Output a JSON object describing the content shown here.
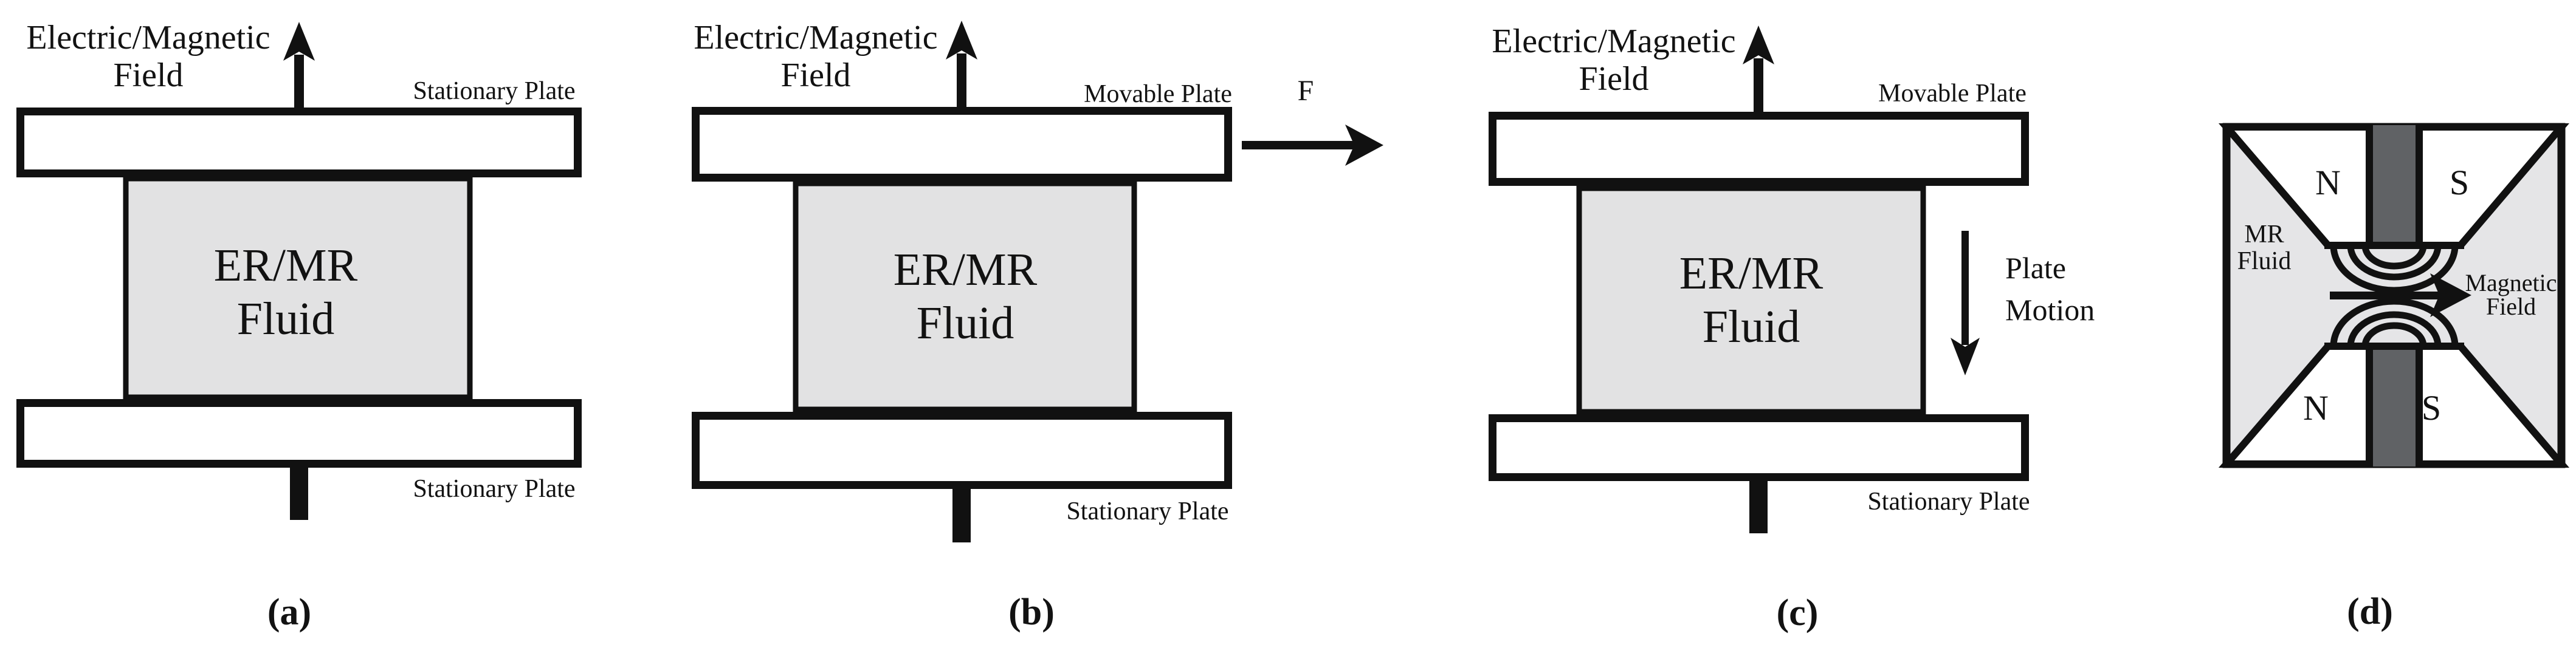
{
  "colors": {
    "fluid": "#e2e2e3",
    "housing": "#e5e5e7",
    "core": "#606265",
    "plate": "#ffffff",
    "line": "#111111"
  },
  "icons": {
    "field_arrow": "thick-arrow-up",
    "force_arrow": "thick-arrow-right",
    "motion_arrow": "thin-arrow-down",
    "magnetic_field_arrow": "thin-arrow-right"
  },
  "panels": [
    {
      "id": "a",
      "caption": "(a)",
      "field_label_line1": "Electric/Magnetic",
      "field_label_line2": "Field",
      "top_plate_label": "Stationary Plate",
      "bottom_plate_label": "Stationary Plate",
      "fluid_label_line1": "ER/MR",
      "fluid_label_line2": "Fluid"
    },
    {
      "id": "b",
      "caption": "(b)",
      "field_label_line1": "Electric/Magnetic",
      "field_label_line2": "Field",
      "top_plate_label": "Movable Plate",
      "bottom_plate_label": "Stationary Plate",
      "fluid_label_line1": "ER/MR",
      "fluid_label_line2": "Fluid",
      "force_label": "F"
    },
    {
      "id": "c",
      "caption": "(c)",
      "field_label_line1": "Electric/Magnetic",
      "field_label_line2": "Field",
      "top_plate_label": "Movable Plate",
      "bottom_plate_label": "Stationary Plate",
      "fluid_label_line1": "ER/MR",
      "fluid_label_line2": "Fluid",
      "motion_label_line1": "Plate",
      "motion_label_line2": "Motion"
    },
    {
      "id": "d",
      "caption": "(d)",
      "fluid_label_line1": "MR",
      "fluid_label_line2": "Fluid",
      "field_label_line1": "Magnetic",
      "field_label_line2": "Field",
      "pole_top_left": "N",
      "pole_top_right": "S",
      "pole_bottom_left": "N",
      "pole_bottom_right": "S"
    }
  ]
}
